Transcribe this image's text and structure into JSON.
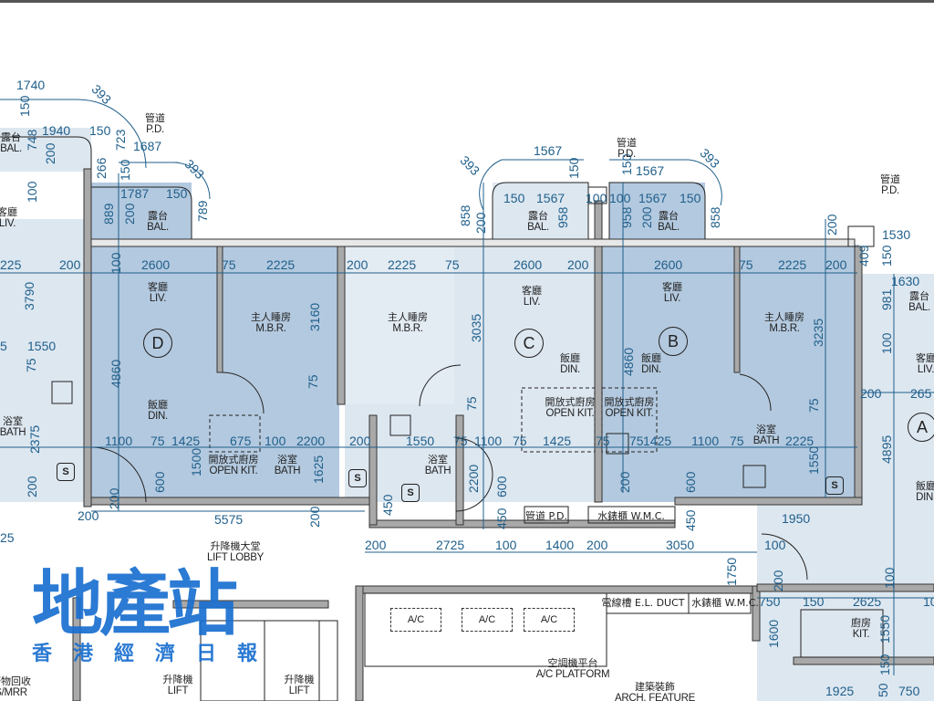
{
  "watermark": {
    "name": "地產站",
    "sub": "香港經濟日報"
  },
  "units": [
    "D",
    "C",
    "B",
    "A"
  ],
  "dimensions": [
    "1740",
    "393",
    "150",
    "1940",
    "748",
    "200",
    "150",
    "723",
    "1687",
    "266",
    "150",
    "393",
    "1787",
    "150",
    "889",
    "200",
    "789",
    "100",
    "100",
    "2600",
    "75",
    "2225",
    "200",
    "2225",
    "75",
    "2600",
    "200",
    "2600",
    "75",
    "2225",
    "200",
    "225",
    "200",
    "1567",
    "150",
    "1567",
    "100",
    "100",
    "1567",
    "150",
    "1567",
    "393",
    "393",
    "858",
    "200",
    "958",
    "958",
    "200",
    "858",
    "150",
    "150",
    "200",
    "1530",
    "409",
    "150",
    "1630",
    "981",
    "3790",
    "3160",
    "3035",
    "4860",
    "4860",
    "3235",
    "1550",
    "5",
    "75",
    "100",
    "200",
    "265",
    "75",
    "75",
    "75",
    "2375",
    "1100",
    "75",
    "1425",
    "675",
    "100",
    "2200",
    "200",
    "1550",
    "75",
    "1100",
    "75",
    "1425",
    "75",
    "75",
    "1425",
    "1100",
    "75",
    "2225",
    "4895",
    "1500",
    "1625",
    "600",
    "200",
    "200",
    "2200",
    "600",
    "450",
    "450",
    "200",
    "600",
    "450",
    "1550",
    "200",
    "200",
    "5575",
    "25",
    "1950",
    "200",
    "2725",
    "100",
    "1400",
    "200",
    "3050",
    "100",
    "1750",
    "200",
    "100",
    "750",
    "150",
    "2625",
    "100",
    "1600",
    "1550",
    "150",
    "1925",
    "50",
    "750"
  ],
  "labels": [
    {
      "zh": "露台",
      "en": "BAL."
    },
    {
      "zh": "露台",
      "en": "BAL."
    },
    {
      "zh": "露台",
      "en": "BAL."
    },
    {
      "zh": "露台",
      "en": "BAL."
    },
    {
      "zh": "露台",
      "en": "BAL."
    },
    {
      "zh": "客廳",
      "en": "LIV."
    },
    {
      "zh": "客廳",
      "en": "LIV."
    },
    {
      "zh": "客廳",
      "en": "LIV."
    },
    {
      "zh": "客廳",
      "en": "LIV."
    },
    {
      "zh": "客廳",
      "en": "LIV."
    },
    {
      "zh": "主人睡房",
      "en": "M.B.R."
    },
    {
      "zh": "主人睡房",
      "en": "M.B.R."
    },
    {
      "zh": "主人睡房",
      "en": "M.B.R."
    },
    {
      "zh": "飯廳",
      "en": "DIN."
    },
    {
      "zh": "飯廳",
      "en": "DIN."
    },
    {
      "zh": "飯廳",
      "en": "DIN."
    },
    {
      "zh": "飯廳",
      "en": "DIN."
    },
    {
      "zh": "開放式廚房",
      "en": "OPEN KIT."
    },
    {
      "zh": "開放式廚房",
      "en": "OPEN KIT."
    },
    {
      "zh": "開放式廚房",
      "en": "OPEN KIT."
    },
    {
      "zh": "浴室",
      "en": "BATH"
    },
    {
      "zh": "浴室",
      "en": "BATH"
    },
    {
      "zh": "浴室",
      "en": "BATH"
    },
    {
      "zh": "浴室",
      "en": "BATH"
    },
    {
      "zh": "管道",
      "en": "P.D."
    },
    {
      "zh": "管道",
      "en": "P.D."
    },
    {
      "zh": "管道",
      "en": "P.D."
    },
    {
      "zh": "管道 P.D.",
      "en": ""
    },
    {
      "zh": "水錶櫃 W.M.C.",
      "en": ""
    },
    {
      "zh": "電線槽 E.L. DUCT",
      "en": ""
    },
    {
      "zh": "水錶櫃 W.M.C.",
      "en": ""
    },
    {
      "zh": "升降機大堂",
      "en": "LIFT LOBBY"
    },
    {
      "zh": "升降機",
      "en": "LIFT"
    },
    {
      "zh": "升降機",
      "en": "LIFT"
    },
    {
      "zh": "空調機平台",
      "en": "A/C PLATFORM"
    },
    {
      "zh": "建築裝飾",
      "en": "ARCH. FEATURE"
    },
    {
      "zh": "廚房",
      "en": "KIT."
    },
    {
      "zh": "廢物回收",
      "en": "S/MRR"
    }
  ],
  "ac_label": "A/C",
  "sink_symbol": "S",
  "colors": {
    "dimension": "#1f5f8b",
    "unit_dark": "#b3c9df",
    "unit_light": "#dde7f0",
    "wall": "#a9a9a9"
  }
}
